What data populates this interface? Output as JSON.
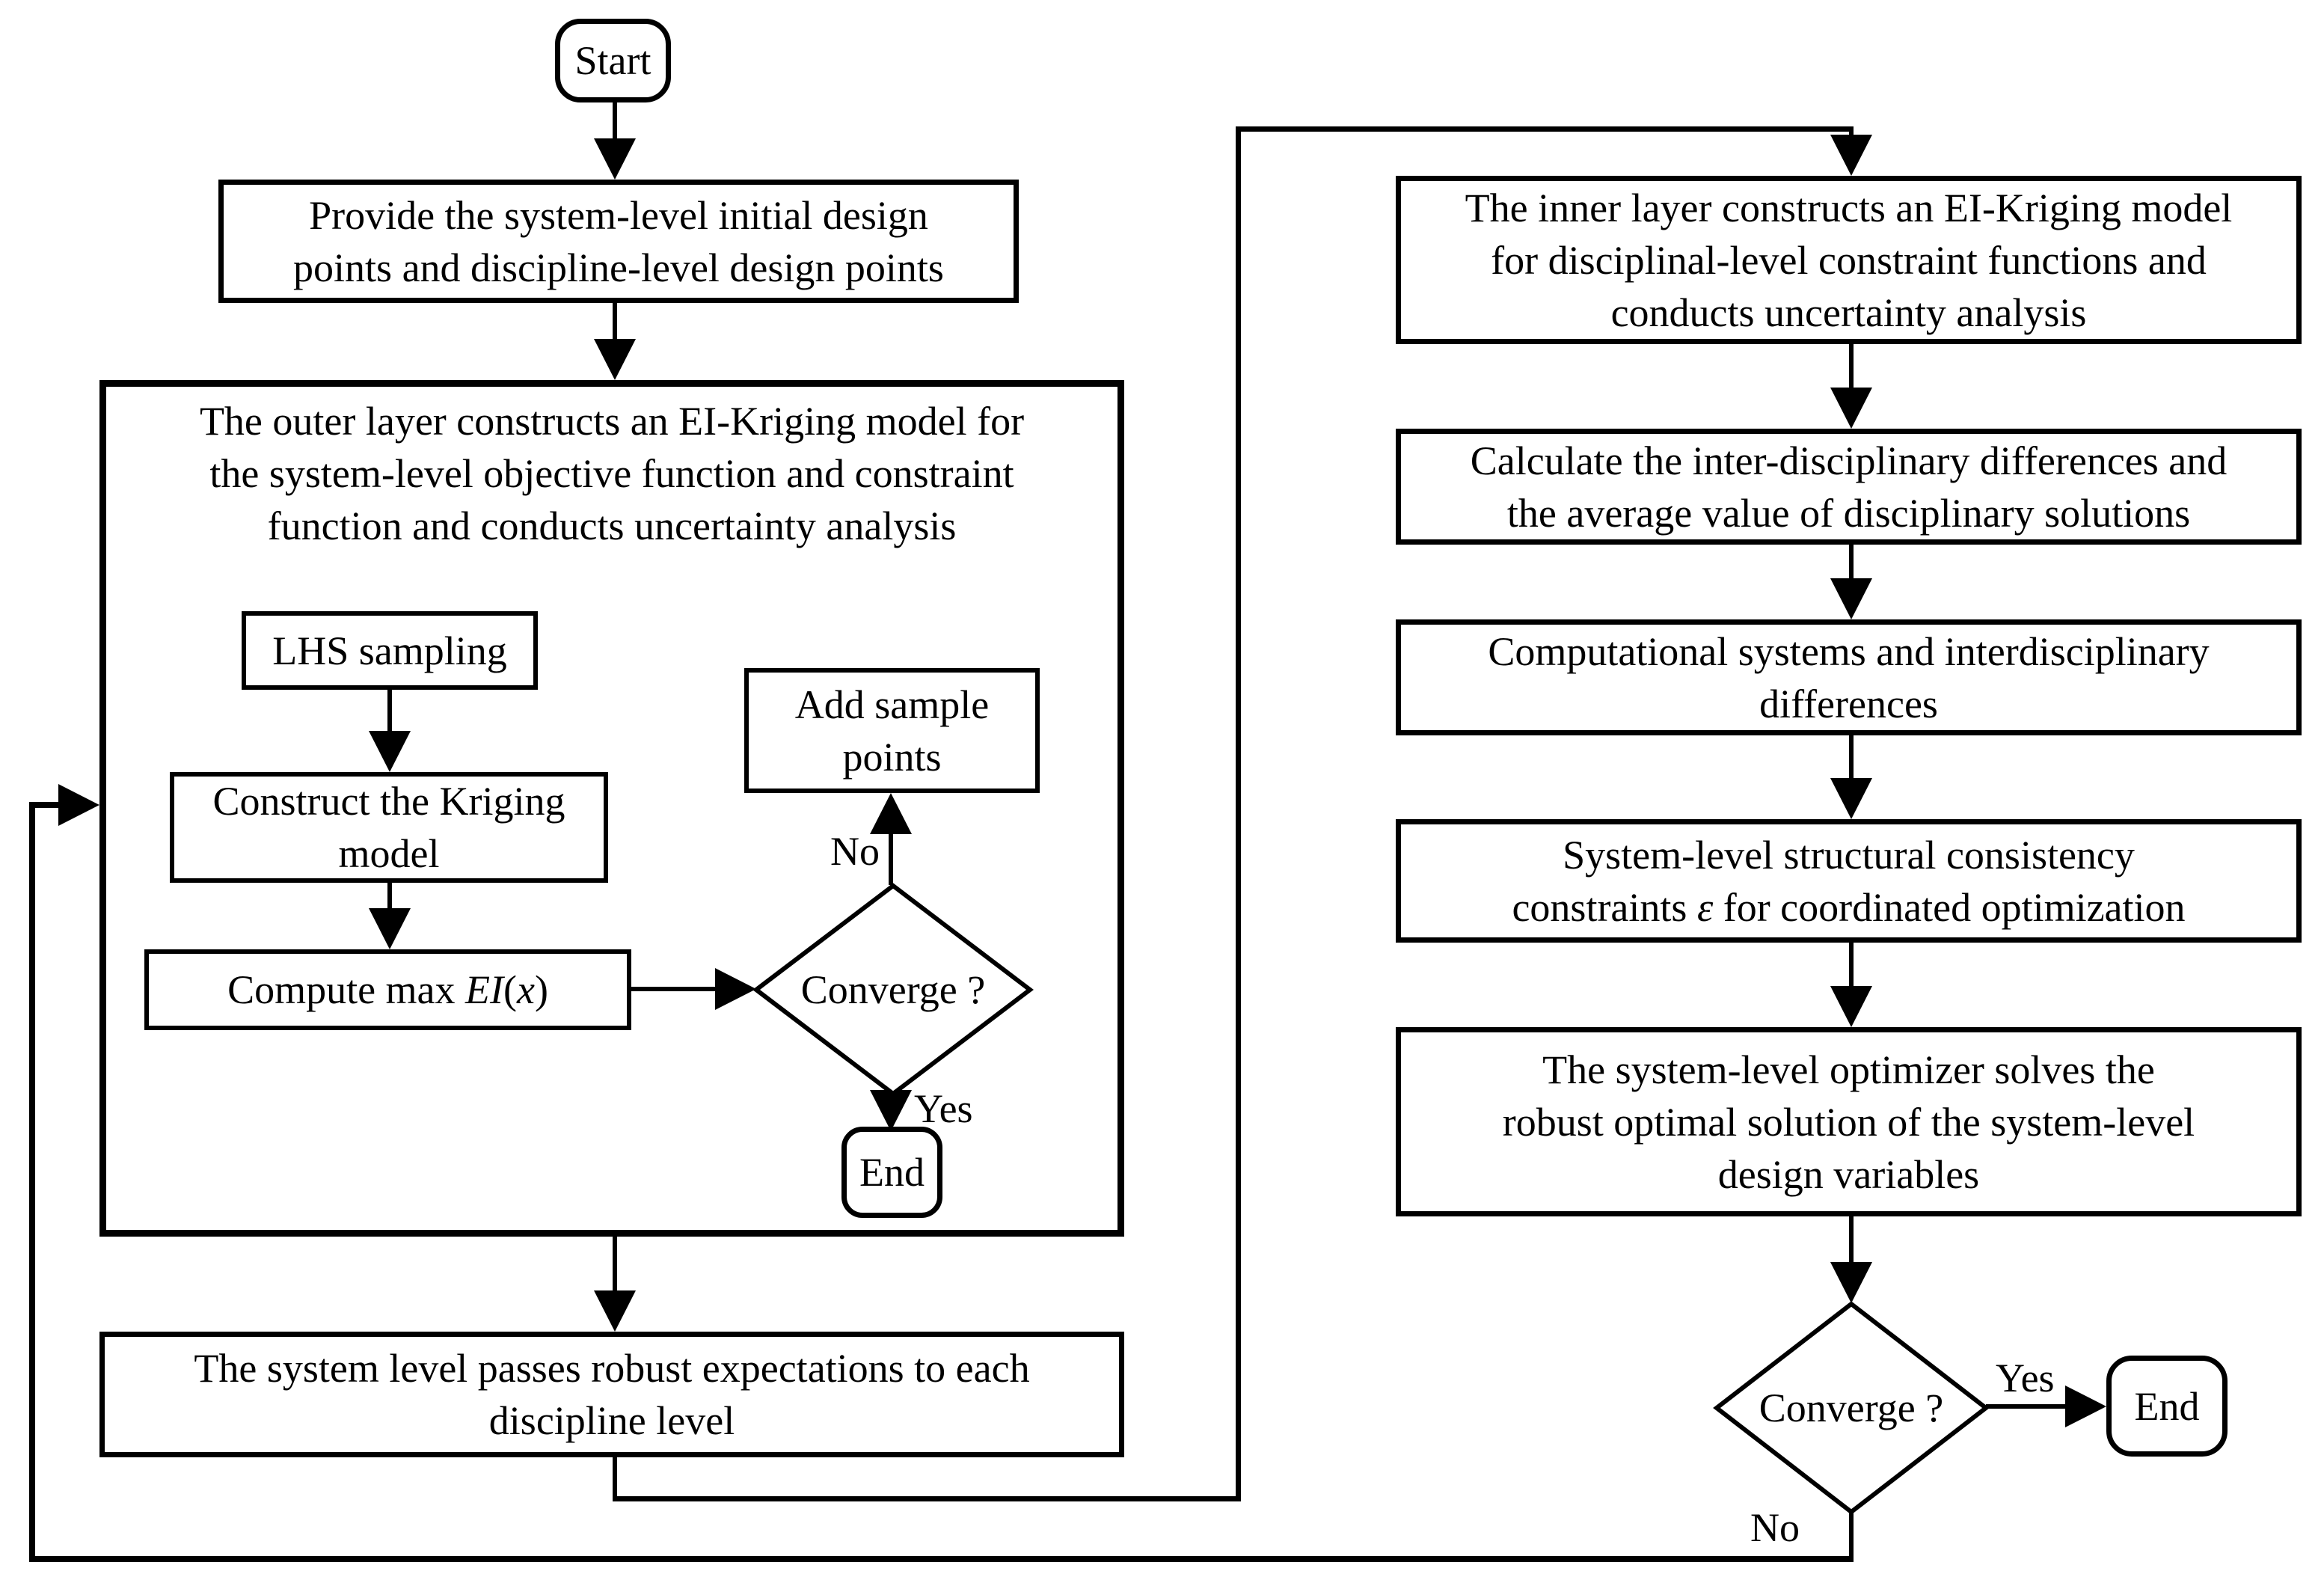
{
  "diagram": {
    "title": "Two-layer EI-Kriging robust optimization flowchart",
    "background_color": "#ffffff",
    "line_color": "#000000",
    "text_color": "#000000"
  },
  "nodes": {
    "start": {
      "label": "Start"
    },
    "provide": {
      "lines": [
        "Provide the system-level initial design",
        "points and discipline-level design points"
      ]
    },
    "outer_container": {
      "lines": [
        "The outer layer constructs an EI-Kriging model for",
        "the system-level objective function and constraint",
        "function and conducts uncertainty analysis"
      ]
    },
    "lhs": {
      "label": "LHS sampling"
    },
    "construct": {
      "lines": [
        "Construct the Kriging",
        "model"
      ]
    },
    "compute": {
      "parts": [
        "Compute max ",
        "EI",
        "(",
        "x",
        ")"
      ]
    },
    "converge_inner": {
      "label": "Converge ?"
    },
    "add_sample": {
      "lines": [
        "Add sample",
        "points"
      ]
    },
    "end_inner": {
      "label": "End"
    },
    "system_passes": {
      "lines": [
        "The system level passes robust expectations to each",
        "discipline level"
      ]
    },
    "inner_layer": {
      "lines": [
        "The inner layer constructs an EI-Kriging model",
        "for disciplinal-level constraint functions and",
        "conducts uncertainty analysis"
      ]
    },
    "calculate": {
      "lines": [
        "Calculate the inter-disciplinary differences and",
        "the average value of disciplinary solutions"
      ]
    },
    "computational": {
      "lines": [
        "Computational systems and interdisciplinary",
        "differences"
      ]
    },
    "consistency": {
      "line1": "System-level structural consistency",
      "line2_parts": [
        "constraints ",
        "ε",
        " for coordinated optimization"
      ]
    },
    "optimizer": {
      "lines": [
        "The system-level optimizer solves the",
        "robust optimal solution of the system-level",
        "design variables"
      ]
    },
    "converge_system": {
      "label": "Converge ?"
    },
    "end_system": {
      "label": "End"
    }
  },
  "edge_labels": {
    "no_inner": "No",
    "yes_inner": "Yes",
    "yes_system": "Yes",
    "no_system": "No"
  }
}
